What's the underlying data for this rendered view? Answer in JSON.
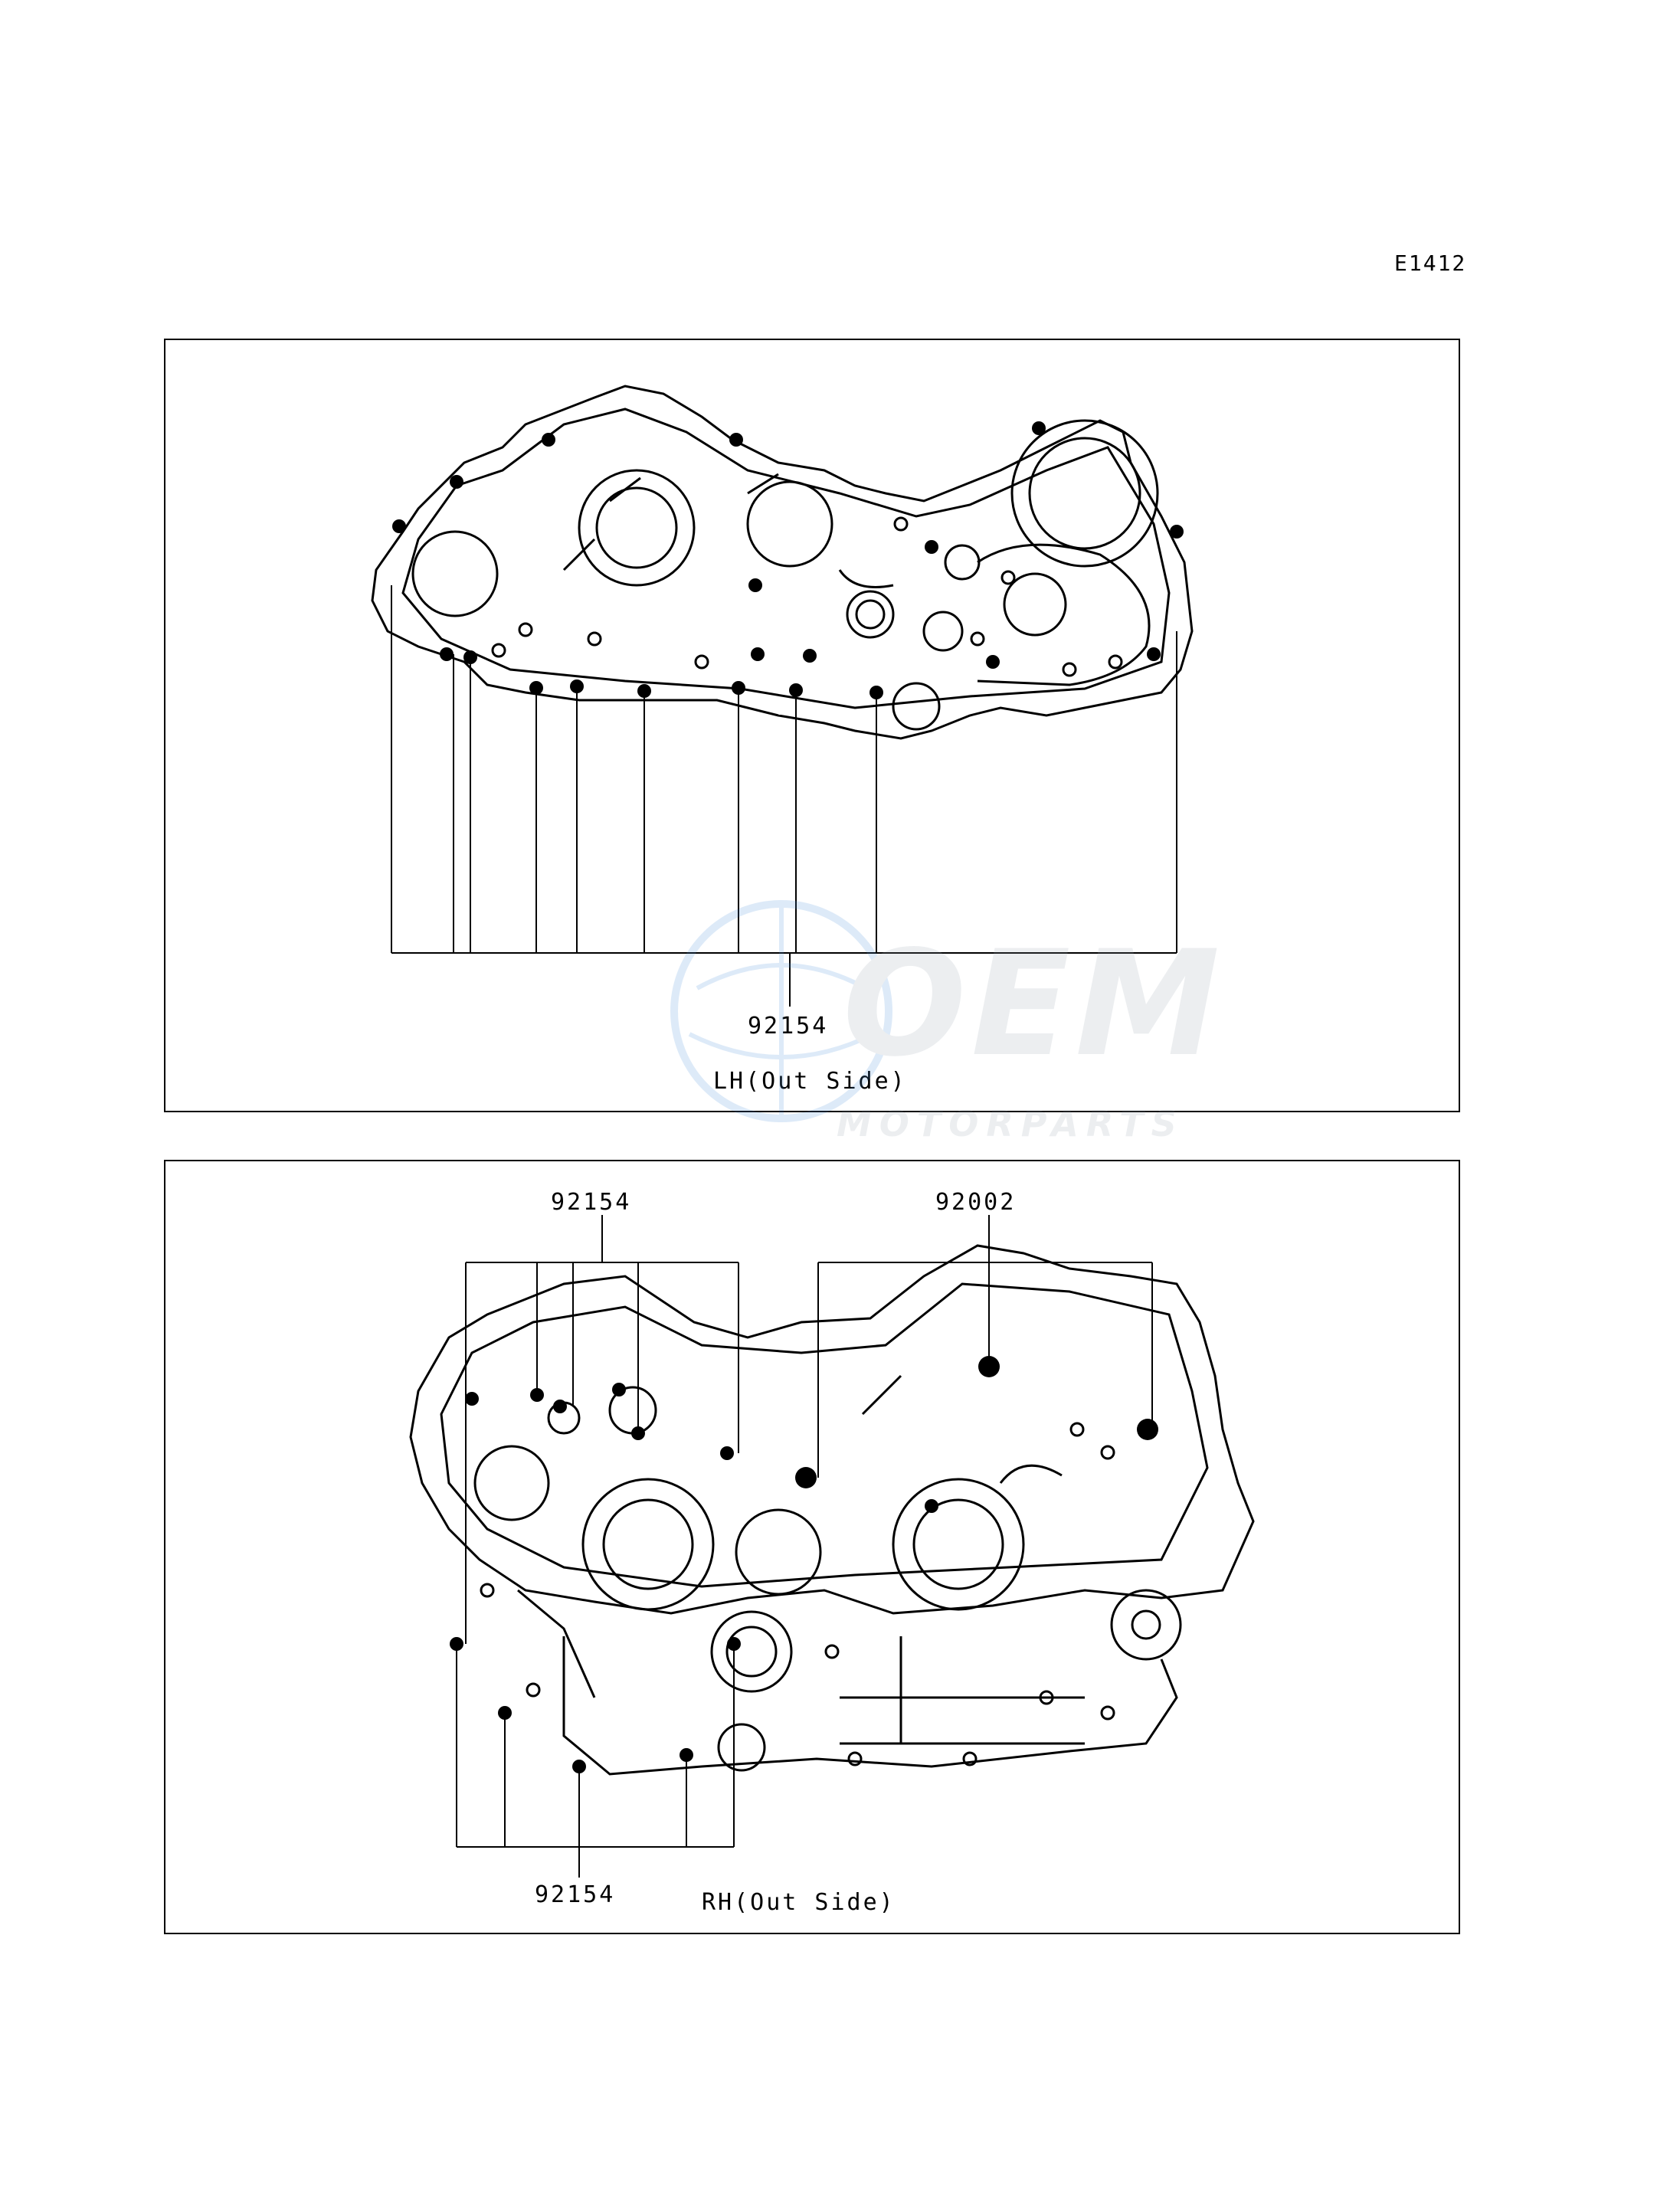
{
  "diagram_code": "E1412",
  "panels": {
    "lh": {
      "title": "LH(Out Side)",
      "part_number": "92154"
    },
    "rh": {
      "title": "RH(Out Side)",
      "part_number_top_left": "92154",
      "part_number_top_right": "92002",
      "part_number_bottom": "92154"
    }
  },
  "watermark": {
    "brand": "OEM",
    "subtitle": "MOTORPARTS"
  },
  "colors": {
    "line": "#000000",
    "watermark": "#9aa6b2",
    "watermark_accent": "#4a90d9"
  }
}
